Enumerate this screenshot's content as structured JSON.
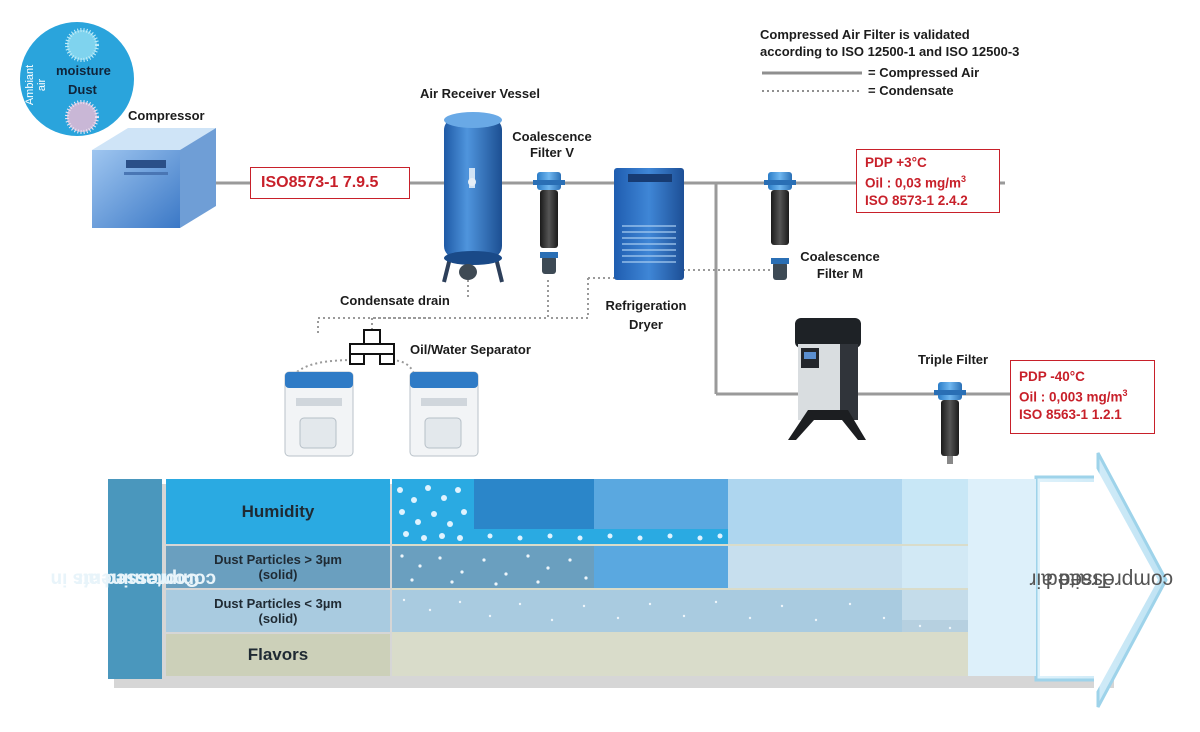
{
  "ambient": {
    "label_line1": "Ambiant",
    "label_line2": "air",
    "moisture": "moisture",
    "dust": "Dust"
  },
  "components": {
    "compressor": "Compressor",
    "receiver": "Air Receiver Vessel",
    "filter_v_line1": "Coalescence",
    "filter_v_line2": "Filter V",
    "dryer_line1": "Refrigeration",
    "dryer_line2": "Dryer",
    "filter_m_line1": "Coalescence",
    "filter_m_line2": "Filter M",
    "drain": "Condensate drain",
    "separator": "Oil/Water Separator",
    "triple": "Triple Filter"
  },
  "legend": {
    "note_line1": "Compressed Air Filter is validated",
    "note_line2": "according to ISO 12500-1 and ISO 12500-3",
    "air": "= Compressed Air",
    "condensate": "= Condensate"
  },
  "specs": {
    "after_compressor": "ISO8573-1 7.9.5",
    "box1": {
      "line1": "PDP +3°C",
      "line2_prefix": "Oil : 0,03 mg/m",
      "line2_sup": "3",
      "line3": "ISO 8573-1 2.4.2"
    },
    "box2": {
      "line1": "PDP -40°C",
      "line2_prefix": "Oil : 0,003 mg/m",
      "line2_sup": "3",
      "line3": "ISO 8563-1 1.2.1"
    }
  },
  "contaminants": {
    "side_line1": "Contaminents in",
    "side_line2": "compressed air",
    "rows": [
      {
        "line1": "Humidity",
        "line2": ""
      },
      {
        "line1": "Dust Particles > 3µm",
        "line2": "(solid)"
      },
      {
        "line1": "Dust Particles < 3µm",
        "line2": "(solid)"
      },
      {
        "line1": "Flavors",
        "line2": ""
      }
    ],
    "arrow_line1": "Traited",
    "arrow_line2": "compressed air"
  },
  "colors": {
    "pipe": "#9a9a9a",
    "spec_red": "#c8202a",
    "equipment_blue": "#2f6fb8",
    "table_side": "#4a97bd"
  }
}
